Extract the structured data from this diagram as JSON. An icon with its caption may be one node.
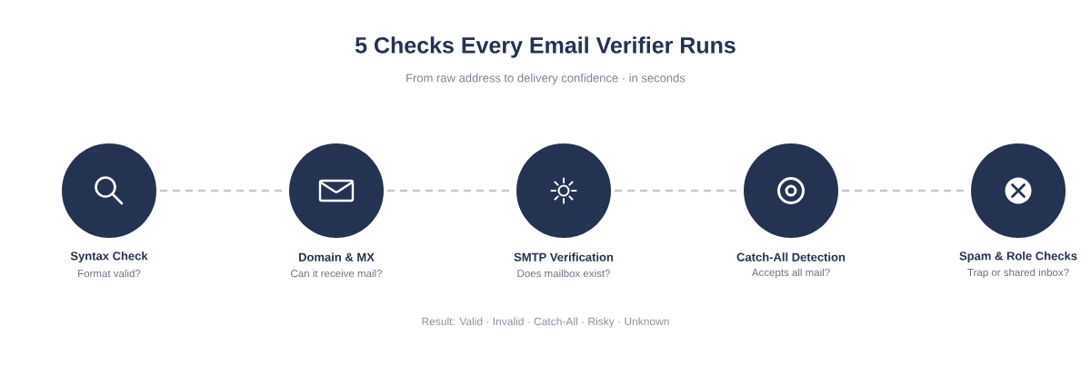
{
  "diagram": {
    "title": "5 Checks Every Email Verifier Runs",
    "nodes": [
      {
        "text": [
          "Syntax Check",
          "Format valid?"
        ]
      },
      {
        "text": [
          "Domain & MX",
          "Can it receive mail?"
        ]
      },
      {
        "text": [
          "SMTP Verification",
          "Does mailbox exist?"
        ]
      },
      {
        "text": [
          "Catch-All Detection",
          "Accepts all mail?"
        ]
      },
      {
        "text": [
          "Spam & Role Checks",
          "Trap or shared inbox?"
        ]
      }
    ],
    "edges": [
      {
        "from": 0,
        "to": 1,
        "arrow": "none",
        "style": "dashed"
      },
      {
        "from": 1,
        "to": 2,
        "arrow": "none",
        "style": "dashed"
      },
      {
        "from": 2,
        "to": 3,
        "arrow": "none",
        "style": "dashed"
      },
      {
        "from": 3,
        "to": 4,
        "arrow": "none",
        "style": "dashed"
      }
    ],
    "labels": [
      "From raw address to delivery confidence · in seconds",
      "Result: Valid · Invalid · Catch-All · Risky · Unknown"
    ]
  }
}
